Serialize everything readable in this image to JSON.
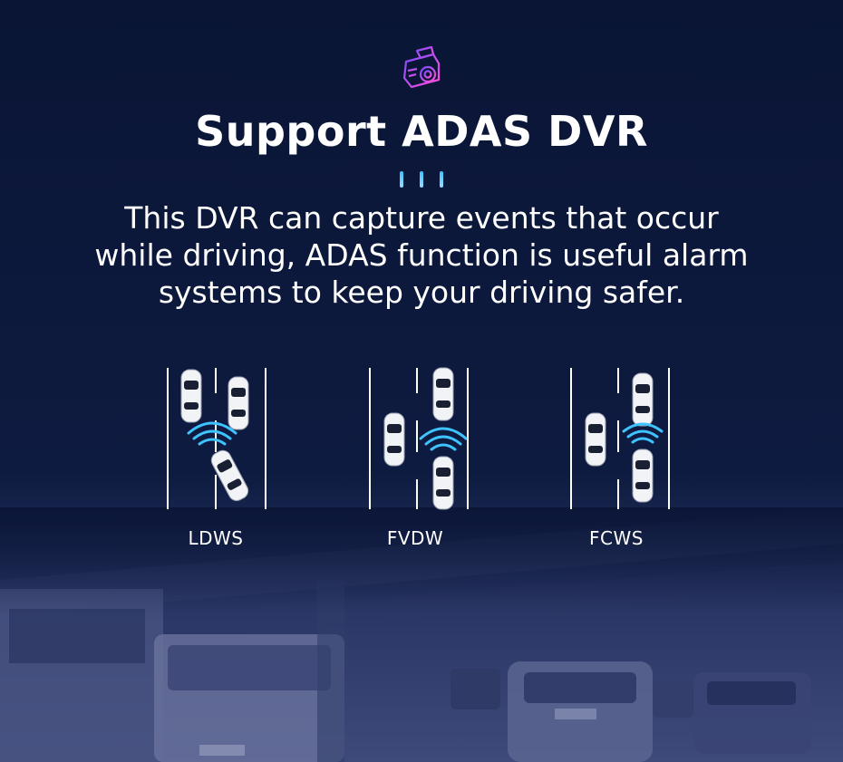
{
  "header": {
    "icon": "dashcam-icon",
    "title": "Support ADAS DVR"
  },
  "description": {
    "line1": "This DVR can capture events that occur",
    "line2": "while driving, ADAS function is useful alarm",
    "line3": "systems to keep your driving safer."
  },
  "features": [
    {
      "label": "LDWS",
      "icon": "lane-departure-warning-icon"
    },
    {
      "label": "FVDW",
      "icon": "front-vehicle-departure-warning-icon"
    },
    {
      "label": "FCWS",
      "icon": "forward-collision-warning-icon"
    }
  ],
  "colors": {
    "background": "#0b1638",
    "accent": "#3fc3ff",
    "text": "#ffffff"
  }
}
